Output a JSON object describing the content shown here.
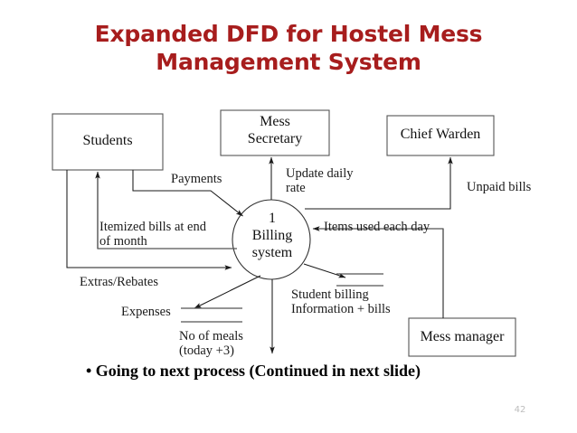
{
  "slide": {
    "title": "Expanded DFD for Hostel Mess Management System",
    "title_color": "#A71D1D",
    "bullet_text": "• Going to next process (Continued in next slide)",
    "page_number": "42"
  },
  "diagram": {
    "type": "data-flow-diagram",
    "external_entities": [
      {
        "id": "students",
        "label": "Students"
      },
      {
        "id": "mess-secretary",
        "label": "Mess\nSecretary"
      },
      {
        "id": "chief-warden",
        "label": "Chief Warden"
      },
      {
        "id": "mess-manager",
        "label": "Mess manager"
      }
    ],
    "processes": [
      {
        "id": "billing-system",
        "number": "1",
        "label": "Billing\nsystem"
      }
    ],
    "data_stores": [
      {
        "id": "expenses-store",
        "label": "Expenses"
      },
      {
        "id": "no-of-meals-store",
        "label": "No of meals\n(today +3)"
      },
      {
        "id": "student-billing-store",
        "label": "Student billing\nInformation + bills"
      }
    ],
    "flows": [
      {
        "id": "payments",
        "label": "Payments",
        "from": "students",
        "to": "billing-system"
      },
      {
        "id": "itemized-bills",
        "label": "Itemized bills at end\nof month",
        "from": "billing-system",
        "to": "students"
      },
      {
        "id": "extras-rebates",
        "label": "Extras/Rebates",
        "from": "students",
        "to": "billing-system"
      },
      {
        "id": "update-daily-rate",
        "label": "Update daily\nrate",
        "from": "billing-system",
        "to": "mess-secretary"
      },
      {
        "id": "unpaid-bills",
        "label": "Unpaid bills",
        "from": "billing-system",
        "to": "chief-warden"
      },
      {
        "id": "items-used-each-day",
        "label": "Items used each day",
        "from": "mess-manager",
        "to": "billing-system"
      }
    ]
  }
}
